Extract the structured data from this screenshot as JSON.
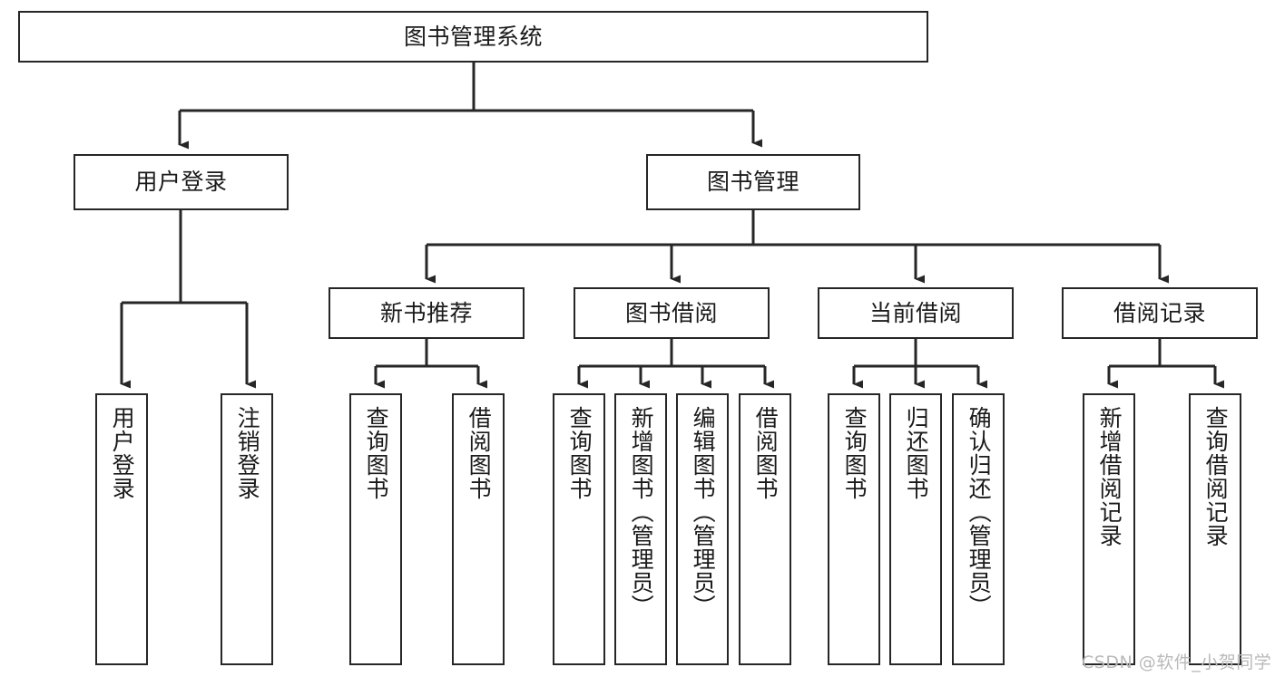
{
  "diagram": {
    "type": "tree-hierarchy-chart",
    "title": "图书管理系统",
    "line_color": "#262626",
    "box_fill": "#ffffff",
    "text_color": "#1a1a1a",
    "nodes": {
      "root": {
        "label": "图书管理系统",
        "level": 1
      },
      "user_login": {
        "label": "用户登录",
        "level": 2
      },
      "book_manage": {
        "label": "图书管理",
        "level": 2
      },
      "new_book_rec": {
        "label": "新书推荐",
        "level": 3
      },
      "book_borrow": {
        "label": "图书借阅",
        "level": 3
      },
      "current_borrow": {
        "label": "当前借阅",
        "level": 3
      },
      "borrow_record": {
        "label": "借阅记录",
        "level": 3
      },
      "leaf_user_login": {
        "label": "用户登录",
        "level": 4
      },
      "leaf_logout": {
        "label": "注销登录",
        "level": 4
      },
      "leaf_query_book_1": {
        "label": "查询图书",
        "level": 4
      },
      "leaf_borrow_book_1": {
        "label": "借阅图书",
        "level": 4
      },
      "leaf_query_book_2": {
        "label": "查询图书",
        "level": 4
      },
      "leaf_add_book": {
        "label": "新增图书（管理员）",
        "level": 4
      },
      "leaf_edit_book": {
        "label": "编辑图书（管理员）",
        "level": 4
      },
      "leaf_borrow_book_2": {
        "label": "借阅图书",
        "level": 4
      },
      "leaf_query_book_3": {
        "label": "查询图书",
        "level": 4
      },
      "leaf_return_book": {
        "label": "归还图书",
        "level": 4
      },
      "leaf_confirm_return": {
        "label": "确认归还（管理员）",
        "level": 4
      },
      "leaf_add_record": {
        "label": "新增借阅记录",
        "level": 4
      },
      "leaf_query_record": {
        "label": "查询借阅记录",
        "level": 4
      }
    },
    "edges": [
      {
        "from": "root",
        "to": "user_login"
      },
      {
        "from": "root",
        "to": "book_manage"
      },
      {
        "from": "user_login",
        "to": "leaf_user_login"
      },
      {
        "from": "user_login",
        "to": "leaf_logout"
      },
      {
        "from": "book_manage",
        "to": "new_book_rec"
      },
      {
        "from": "book_manage",
        "to": "book_borrow"
      },
      {
        "from": "book_manage",
        "to": "current_borrow"
      },
      {
        "from": "book_manage",
        "to": "borrow_record"
      },
      {
        "from": "new_book_rec",
        "to": "leaf_query_book_1"
      },
      {
        "from": "new_book_rec",
        "to": "leaf_borrow_book_1"
      },
      {
        "from": "book_borrow",
        "to": "leaf_query_book_2"
      },
      {
        "from": "book_borrow",
        "to": "leaf_add_book"
      },
      {
        "from": "book_borrow",
        "to": "leaf_edit_book"
      },
      {
        "from": "book_borrow",
        "to": "leaf_borrow_book_2"
      },
      {
        "from": "current_borrow",
        "to": "leaf_query_book_3"
      },
      {
        "from": "current_borrow",
        "to": "leaf_return_book"
      },
      {
        "from": "current_borrow",
        "to": "leaf_confirm_return"
      },
      {
        "from": "borrow_record",
        "to": "leaf_add_record"
      },
      {
        "from": "borrow_record",
        "to": "leaf_query_record"
      }
    ]
  },
  "watermark": {
    "text": "CSDN @软件_小贺同学"
  }
}
